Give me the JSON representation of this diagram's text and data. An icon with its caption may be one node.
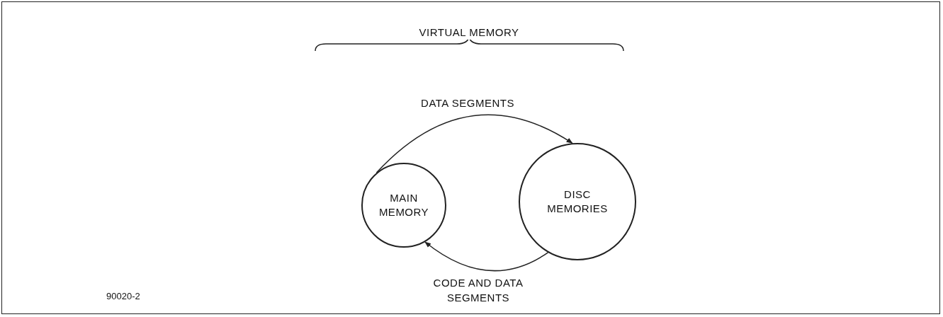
{
  "diagram": {
    "title": "VIRTUAL MEMORY",
    "nodes": [
      {
        "text": [
          "MAIN MEMORY"
        ]
      },
      {
        "text": [
          "DISC MEMORIES"
        ]
      }
    ],
    "edges": [
      {
        "from": 0,
        "to": 1,
        "arrow": "to",
        "label": "DATA SEGMENTS"
      },
      {
        "from": 1,
        "to": 0,
        "arrow": "to",
        "label": "CODE AND DATA SEGMENTS"
      }
    ],
    "labels": [
      "90020-2"
    ]
  }
}
